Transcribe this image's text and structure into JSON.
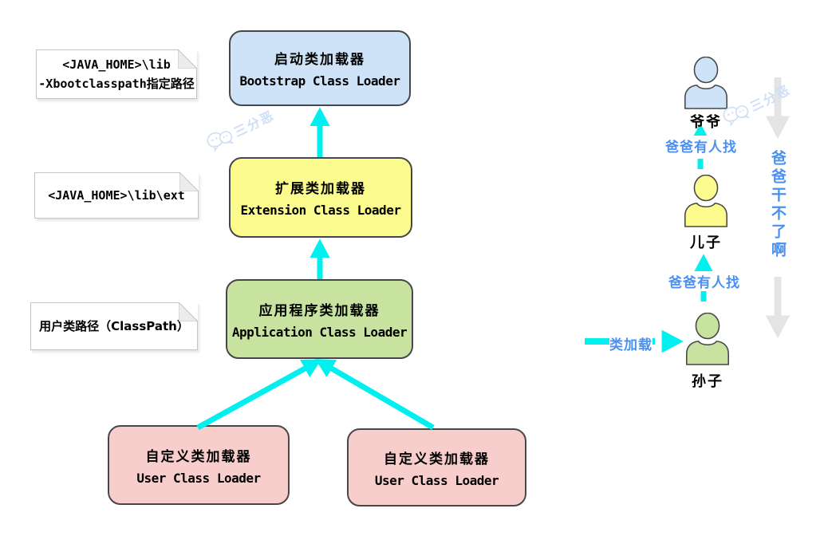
{
  "boxes": {
    "bootstrap": {
      "zh": "启动类加载器",
      "en": "Bootstrap Class Loader"
    },
    "extension": {
      "zh": "扩展类加载器",
      "en": "Extension Class Loader"
    },
    "application": {
      "zh": "应用程序类加载器",
      "en": "Application Class Loader"
    },
    "user_left": {
      "zh": "自定义类加载器",
      "en": "User Class Loader"
    },
    "user_right": {
      "zh": "自定义类加载器",
      "en": "User Class Loader"
    }
  },
  "notes": {
    "bootstrap_path": {
      "line1": "<JAVA_HOME>\\lib",
      "line2": "-Xbootclasspath指定路径"
    },
    "extension_path": {
      "line1": "<JAVA_HOME>\\lib\\ext"
    },
    "classpath": {
      "line1": "用户类路径（ClassPath）"
    }
  },
  "analogy": {
    "grandfather": "爷爷",
    "son": "儿子",
    "grandson": "孙子",
    "delegate": "爸爸有人找",
    "load": "类加载",
    "cant_do": "爸爸干不了啊"
  },
  "watermark": "三分恶",
  "colors": {
    "arrow": "#00f0f0",
    "gray_arrow": "#e4e4e4",
    "blue_text": "#4a90f2",
    "bootstrap_fill": "#cfe3f8",
    "extension_fill": "#fcfc8e",
    "application_fill": "#c8e3a0",
    "user_fill": "#f8cecc",
    "grandfather": "#cfe3f8",
    "son": "#fbfb8e",
    "grandson": "#c8e3a0",
    "watermark_color": "#ccdff6"
  }
}
